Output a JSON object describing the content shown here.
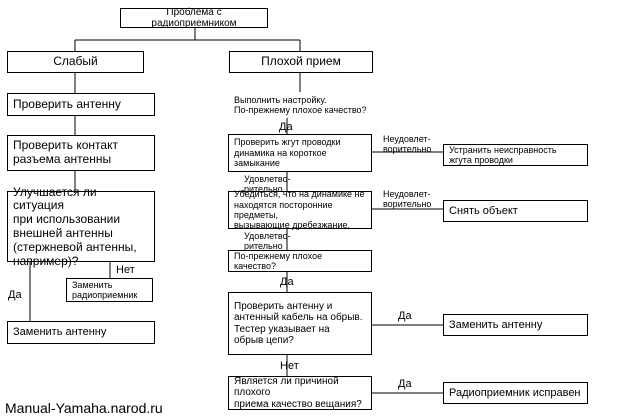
{
  "nodes": {
    "root": "Проблема с радиоприемником",
    "weak": "Слабый",
    "bad": "Плохой прием",
    "check_antenna": "Проверить антенну",
    "check_contact": "Проверить контакт\nразъема антенны",
    "external_antenna": "Улучшается ли ситуация\nпри использовании\nвнешней антенны\n(стержневой антенны,\nнапример)?",
    "replace_radio": "Заменить\nрадиоприемник",
    "replace_antenna_left": "Заменить антенну",
    "tune": "Выполнить настройку.\nПо-прежнему плохое качество?",
    "check_harness": "Проверить жгут проводки\nдинамика на короткое\nзамыкание",
    "fix_harness": "Устранить неисправность\nжгута проводки",
    "check_speaker": "Убедиться, что на динамике не\nнаходятся посторонние предметы,\nвызывающие дребезжание.",
    "remove_object": "Снять объект",
    "still_bad": "По-прежнему плохое качество?",
    "check_cable": "Проверить антенну и\nантенный кабель на обрыв.\nТестер указывает на\nобрыв цепи?",
    "replace_antenna_right": "Заменить антенну",
    "reception_quality": "Является ли причиной плохого\nприема качество вещания?",
    "radio_ok": "Радиоприемник исправен"
  },
  "labels": {
    "no_left": "Нет",
    "yes_left": "Да",
    "yes_tune": "Да",
    "unsat_1": "Неудовлет-\nворительно",
    "sat_1": "Удовлетво-\nрительно",
    "unsat_2": "Неудовлет-\nворительно",
    "sat_2": "Удовлетво-\nрительно",
    "yes_still": "Да",
    "yes_cable": "Да",
    "no_cable": "Нет",
    "yes_reception": "Да"
  },
  "watermark": "Manual-Yamaha.narod.ru"
}
